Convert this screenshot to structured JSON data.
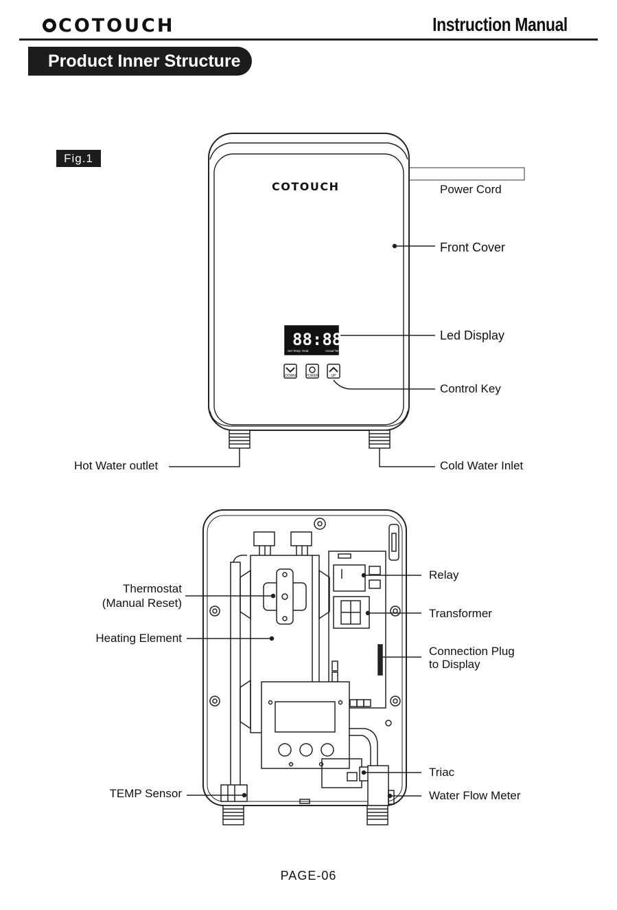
{
  "header": {
    "brand": "COTOUCH",
    "manual_title": "Instruction Manual"
  },
  "section": {
    "title": "Product Inner Structure"
  },
  "figure": {
    "label": "Fig.1",
    "unit_brand": "COTOUCH",
    "display_digits": "88:88",
    "display_indicators": [
      "Set Temp",
      "Heat",
      "Actual Temp"
    ],
    "keys": [
      "DOWN",
      "POWER",
      "UP"
    ]
  },
  "exterior_callouts": {
    "power_cord": "Power Cord",
    "front_cover": "Front Cover",
    "led_display": "Led Display",
    "control_key": "Control Key",
    "hot_water_outlet": "Hot Water outlet",
    "cold_water_inlet": "Cold Water Inlet"
  },
  "interior_callouts": {
    "thermostat": "Thermostat",
    "thermostat_note": "(Manual Reset)",
    "heating_element": "Heating Element",
    "temp_sensor": "TEMP Sensor",
    "relay": "Relay",
    "transformer": "Transformer",
    "connection_plug_1": "Connection Plug",
    "connection_plug_2": "to Display",
    "triac": "Triac",
    "water_flow_meter": "Water Flow Meter"
  },
  "footer": {
    "page": "PAGE-06"
  }
}
